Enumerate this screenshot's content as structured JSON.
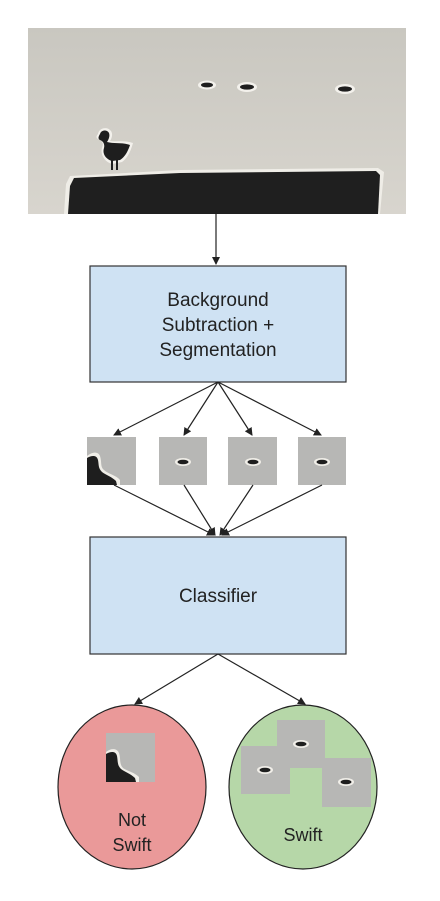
{
  "diagram": {
    "input_image": {
      "alt": "camera frame with bird on ledge and three swifts in flight"
    },
    "segmentation_box": {
      "label_lines": [
        "Background",
        "Subtraction +",
        "Segmentation"
      ],
      "fill": "#cfe2f3",
      "stroke": "#333333"
    },
    "crops": [
      {
        "content": "bird-silhouette-crop"
      },
      {
        "content": "swift-crop"
      },
      {
        "content": "swift-crop"
      },
      {
        "content": "swift-crop"
      }
    ],
    "classifier_box": {
      "label": "Classifier",
      "fill": "#cfe2f3",
      "stroke": "#333333"
    },
    "outputs": [
      {
        "label_lines": [
          "Not",
          "Swift"
        ],
        "fill": "#ea9999"
      },
      {
        "label_lines": [
          "Swift"
        ],
        "fill": "#b6d7a8"
      }
    ],
    "colors": {
      "crop_background": "#b7b7b5",
      "silhouette": "#1e1e1e",
      "sky_top": "#c9c7c0",
      "sky_bottom": "#d6d3cc"
    }
  }
}
